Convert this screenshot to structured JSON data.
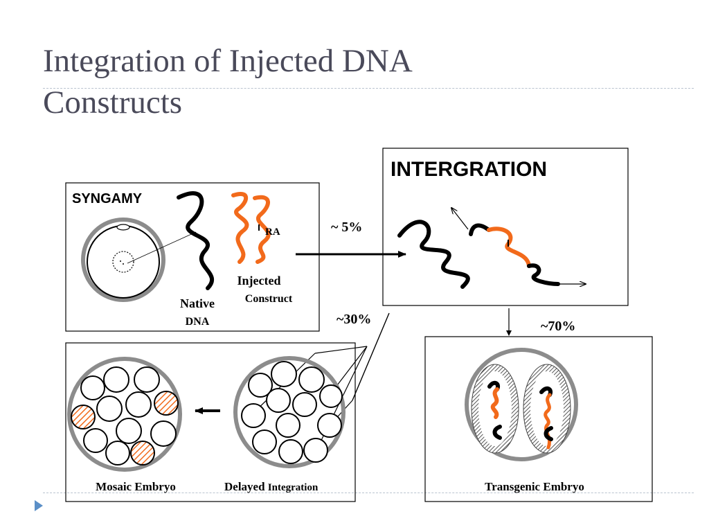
{
  "slide": {
    "title_line1": "Integration of Injected DNA",
    "title_line2": "Constructs"
  },
  "labels": {
    "syngamy": "SYNGAMY",
    "ra": "RA",
    "injected": "Injected",
    "construct": "Construct",
    "native": "Native",
    "dna": "DNA",
    "integration_heading": "INTERGRATION",
    "pct_5": "~ 5%",
    "pct_30": "~30%",
    "pct_70": "~70%",
    "mosaic_embryo": "Mosaic Embryo",
    "delayed": "Delayed",
    "integration": "Integration",
    "transgenic_embryo": "Transgenic Embryo"
  },
  "colors": {
    "dna_native": "#000000",
    "dna_injected": "#f26a1b",
    "membrane_gray": "#8c8c8c",
    "title": "#4a4a5a",
    "accent_blue": "#5b8fc7"
  }
}
